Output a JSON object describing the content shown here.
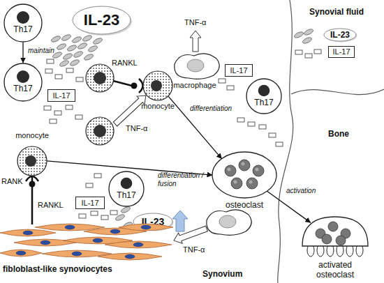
{
  "diagram": {
    "nodes": [
      {
        "text": [
          "Th17"
        ]
      },
      {
        "text": [
          "IL-23"
        ]
      },
      {
        "text": [
          "Th17"
        ]
      },
      {
        "text": [
          "IL-17"
        ]
      },
      {
        "text": [
          "monocyte"
        ]
      },
      {
        "text": [
          "macrophage"
        ]
      },
      {
        "text": [
          "IL-17"
        ]
      },
      {
        "text": [
          "Th17"
        ]
      },
      {
        "text": [
          "osteoclast"
        ]
      },
      {
        "text": [
          "monocyte"
        ]
      },
      {
        "text": [
          "Th17"
        ]
      },
      {
        "text": [
          "IL-17"
        ]
      },
      {
        "text": [
          "IL-23"
        ]
      },
      {
        "text": [
          "fibloblast-like synoviocytes"
        ]
      },
      {
        "text": [
          "IL-23"
        ]
      },
      {
        "text": [
          "IL-17"
        ]
      },
      {
        "text": [
          "activated osteoclast"
        ]
      }
    ],
    "edges": [
      {
        "from": 0,
        "to": 2,
        "label": "maintain",
        "arrow": "to"
      },
      {
        "from": 4,
        "to": 8,
        "label": "differentiation",
        "arrow": "to"
      },
      {
        "from": 9,
        "to": 8,
        "label": "differentiation / fusion",
        "arrow": "to"
      },
      {
        "from": 8,
        "to": 16,
        "label": "activation",
        "arrow": "to"
      },
      {
        "from": 13,
        "to": 9,
        "arrow": "none"
      }
    ],
    "labels": [
      "RANKL",
      "TNF-α",
      "TNF-α",
      "RANK",
      "RANKL",
      "TNF-α",
      "Synovial fluid",
      "Bone",
      "Synovium"
    ]
  }
}
